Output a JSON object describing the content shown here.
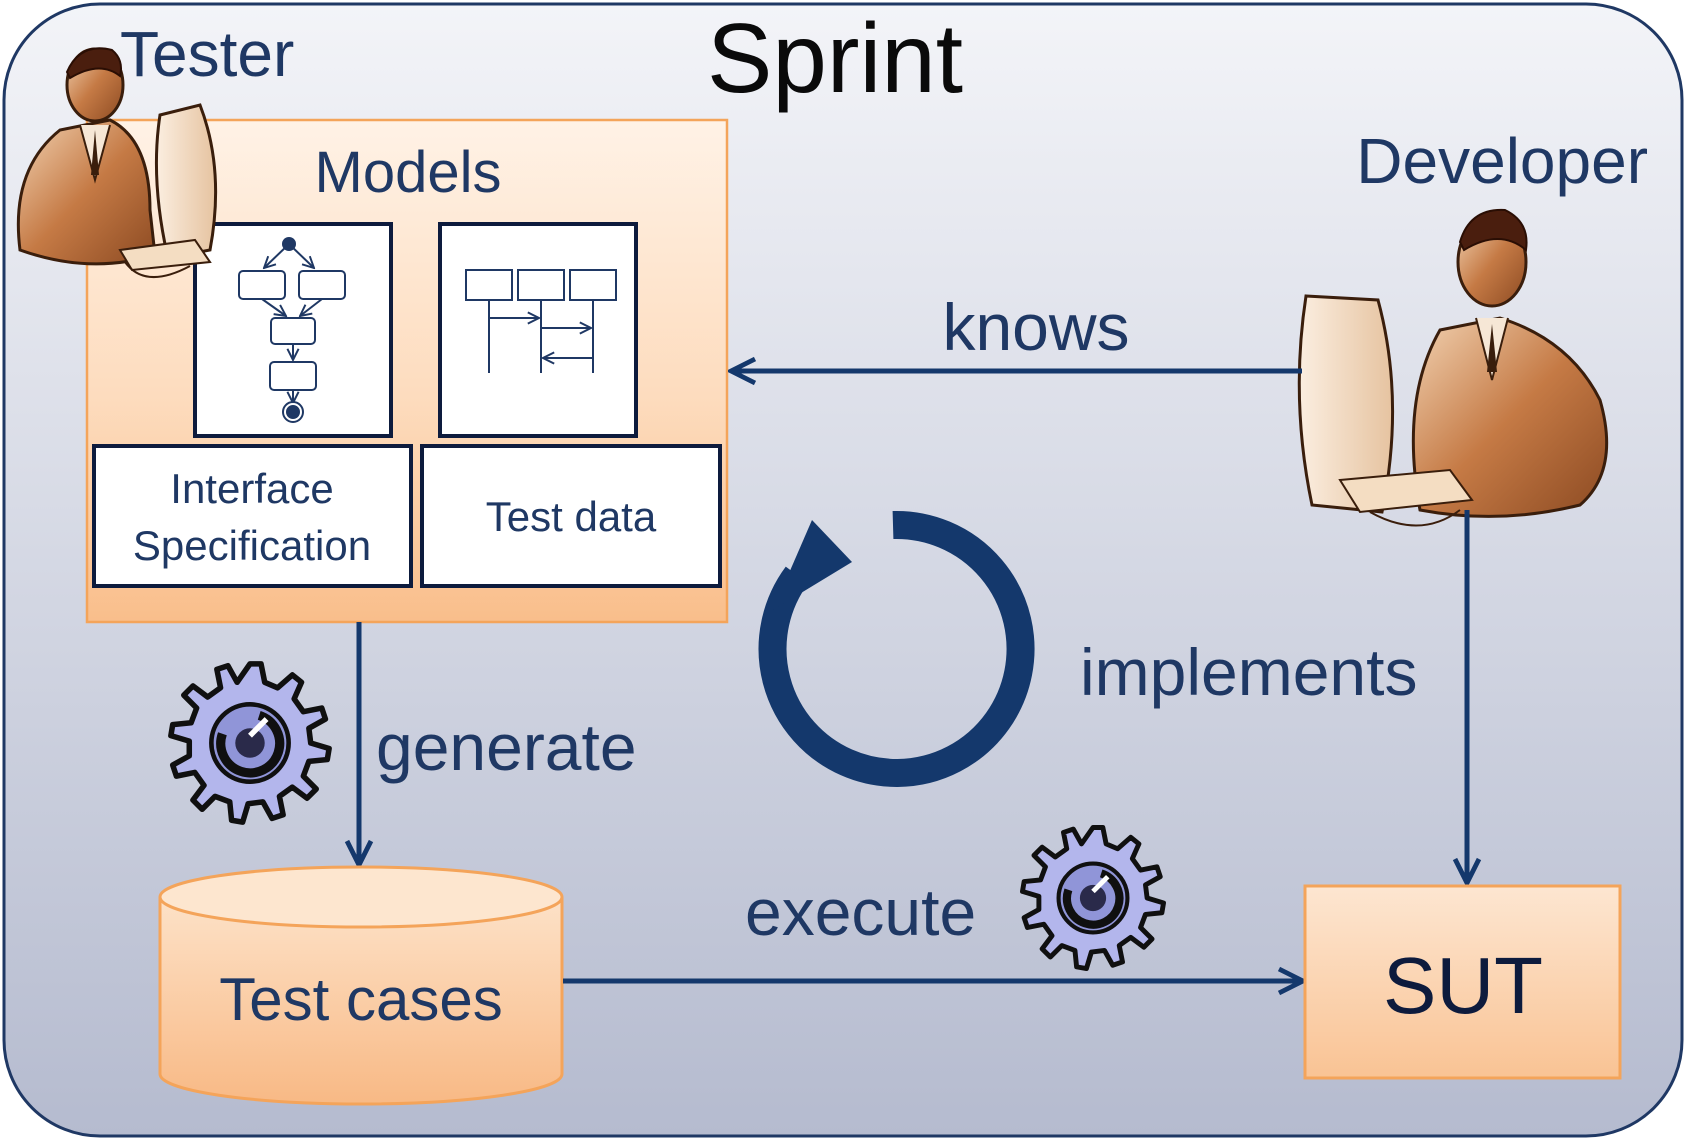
{
  "diagram": {
    "title": "Sprint",
    "actors": {
      "tester": "Tester",
      "developer": "Developer"
    },
    "models": {
      "label": "Models",
      "interface_spec": [
        "Interface",
        "Specification"
      ],
      "test_data": "Test data"
    },
    "edges": {
      "knows": "knows",
      "generate": "generate",
      "implements": "implements",
      "execute": "execute"
    },
    "test_cases": "Test cases",
    "sut": "SUT"
  },
  "colors": {
    "navy": "#1f3864",
    "arrow": "#14386c",
    "orange_border": "#f4a45a",
    "orange_fill": "#fbd1ab",
    "panel_top": "#f3f4f8",
    "panel_bottom": "#b5bbcf",
    "gear": "#b3b6ec",
    "skin": "#b5693a"
  }
}
